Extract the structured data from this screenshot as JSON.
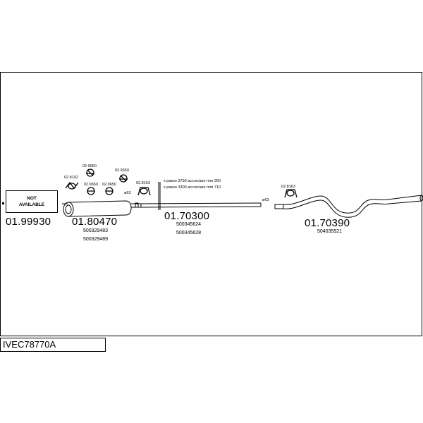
{
  "diagram_id": "IVEC78770A",
  "not_available": {
    "line1": "NOT",
    "line2": "AVAILABLE"
  },
  "parts": [
    {
      "code": "01.99930",
      "refs": []
    },
    {
      "code": "01.80470",
      "refs": [
        "500329483",
        "500329489"
      ]
    },
    {
      "code": "01.70300",
      "refs": [
        "500345624",
        "500345628"
      ]
    },
    {
      "code": "01.70390",
      "refs": [
        "504035521"
      ]
    }
  ],
  "hangers": [
    "02.9650",
    "02.9650",
    "02.8102",
    "02.9650",
    "02.9650",
    "02.8163",
    "02.8163"
  ],
  "diameters": [
    "ø63",
    "ø63"
  ],
  "notes": [
    "x passo 3750 accorciare mm 260",
    "x passo 3300 accorciare mm 710"
  ]
}
